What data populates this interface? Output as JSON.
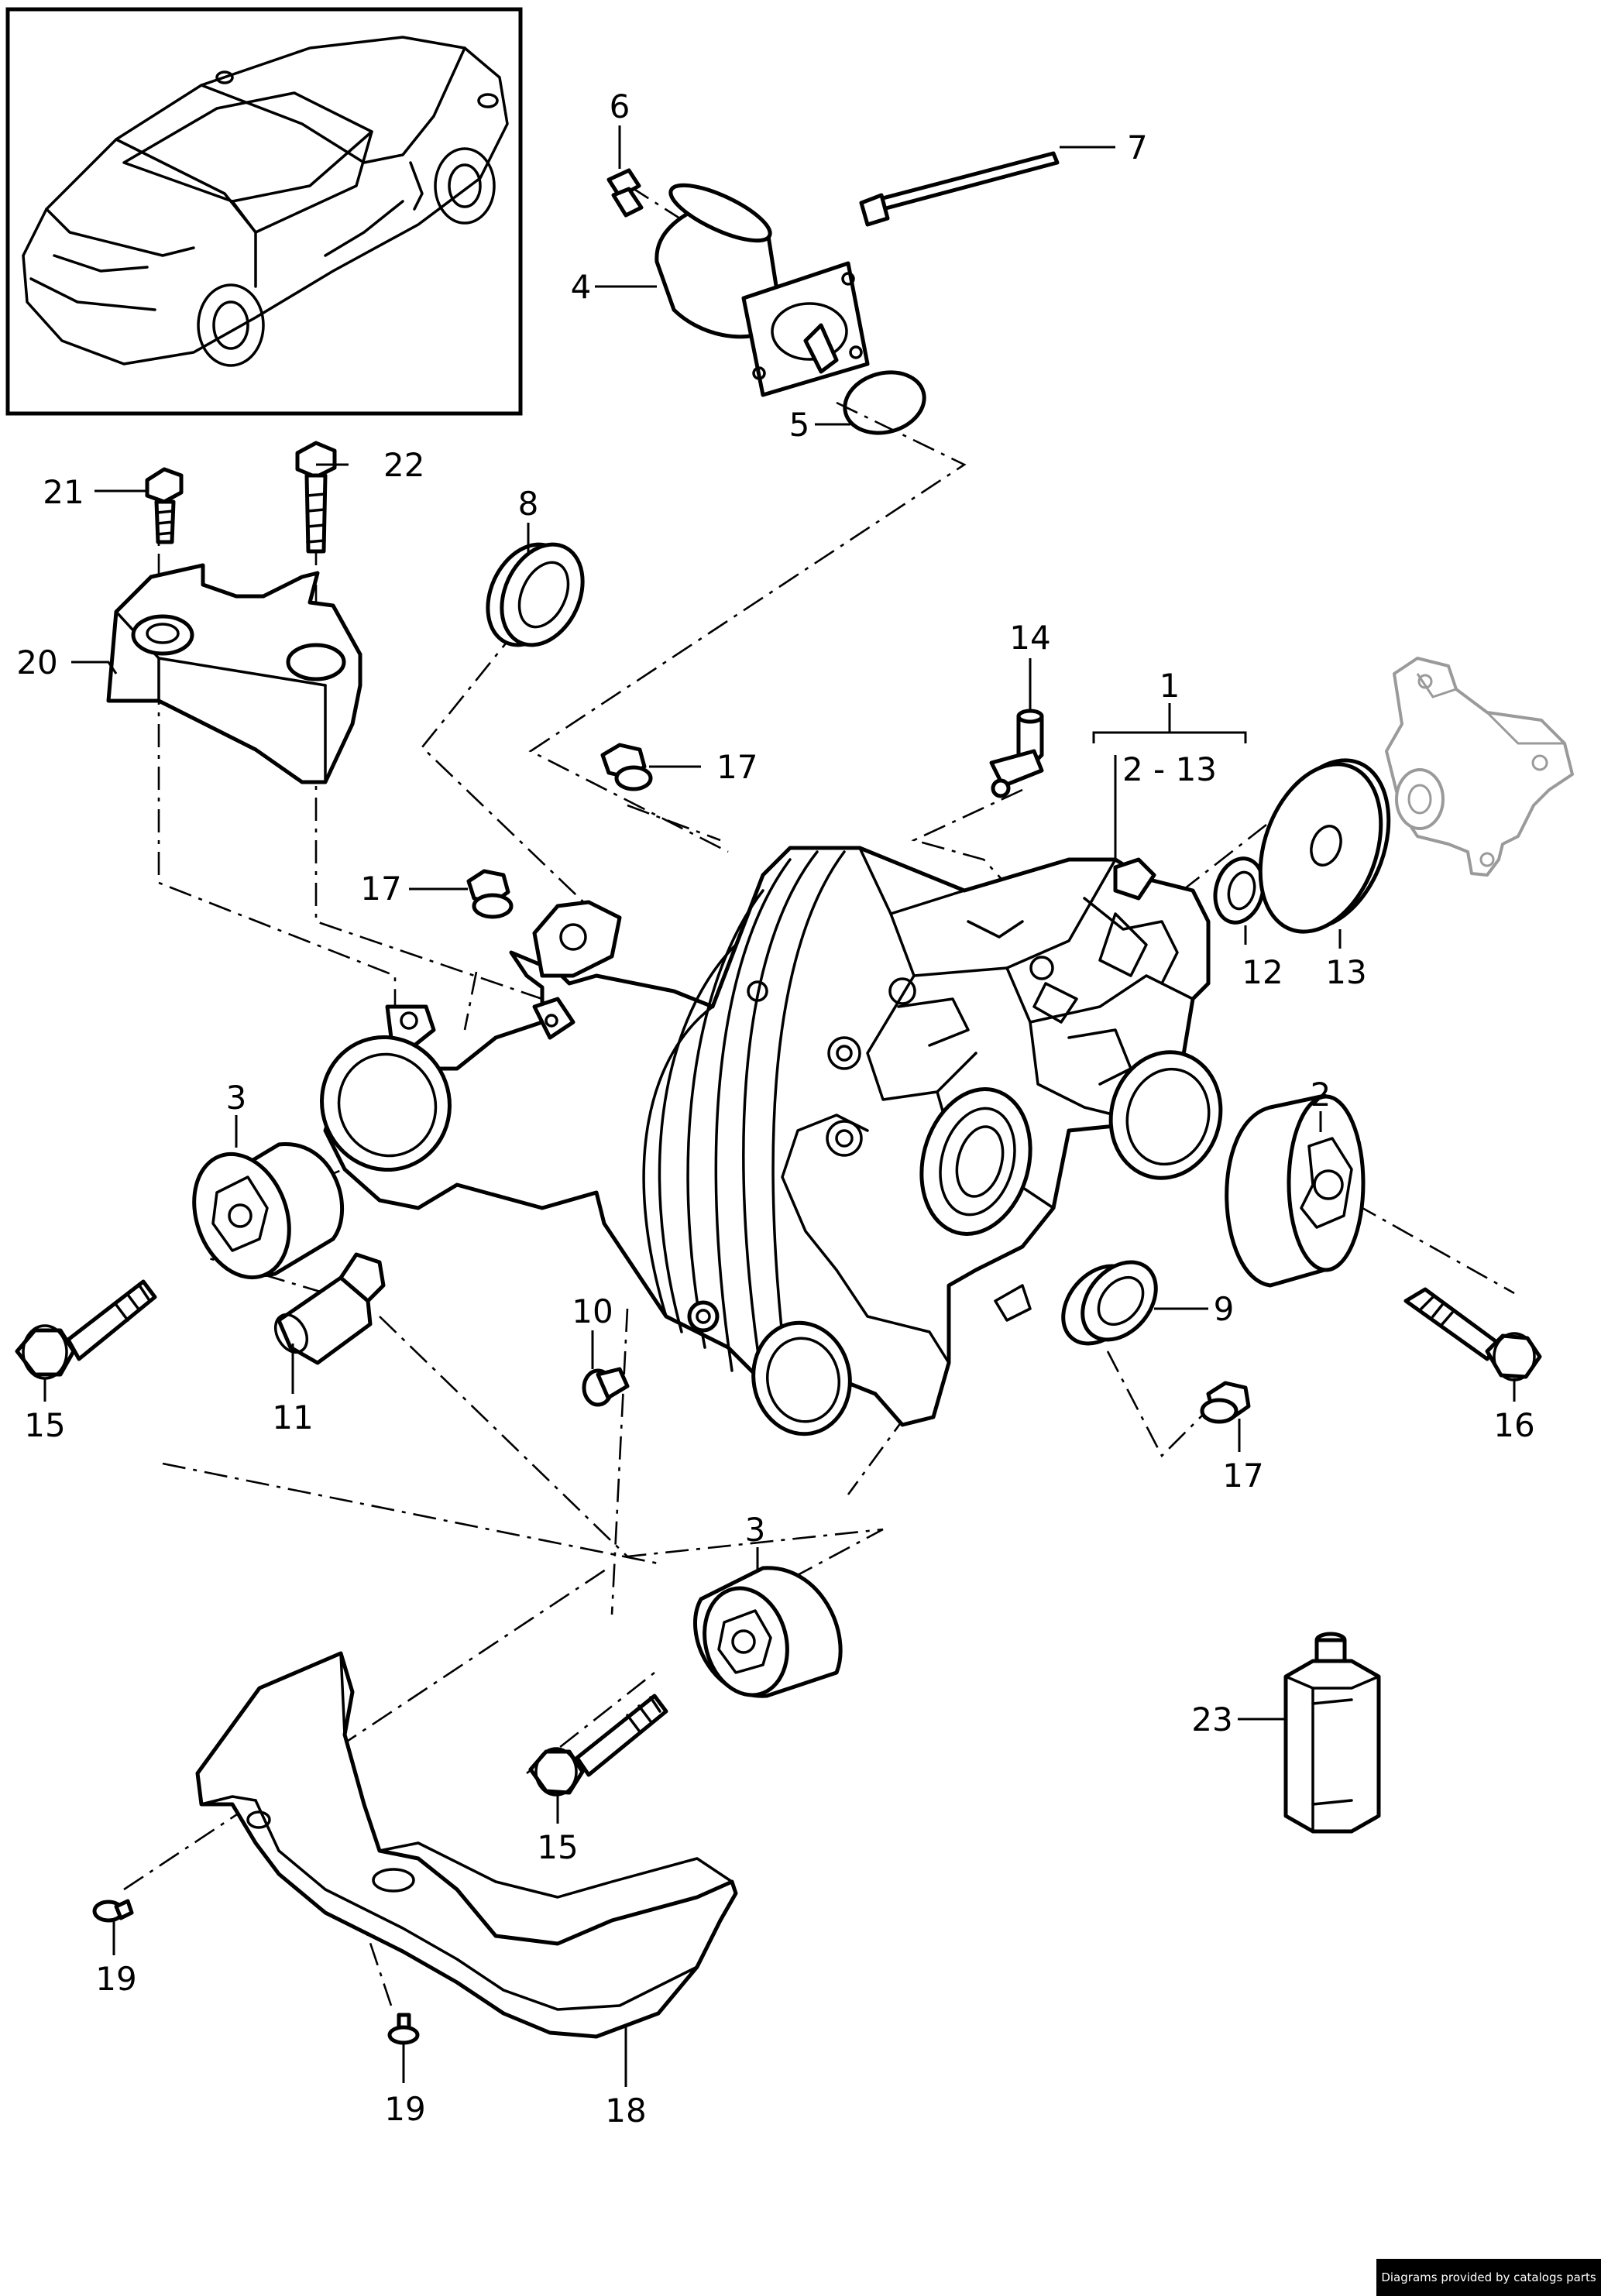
{
  "labels": {
    "n1": "1",
    "n2_13": "2 - 13",
    "n2": "2",
    "n3a": "3",
    "n3b": "3",
    "n4": "4",
    "n5": "5",
    "n6": "6",
    "n7": "7",
    "n8": "8",
    "n9": "9",
    "n10": "10",
    "n11": "11",
    "n12": "12",
    "n13": "13",
    "n14": "14",
    "n15a": "15",
    "n15b": "15",
    "n16": "16",
    "n17a": "17",
    "n17b": "17",
    "n17c": "17",
    "n18": "18",
    "n19a": "19",
    "n19b": "19",
    "n20": "20",
    "n21": "21",
    "n22": "22",
    "n23": "23"
  },
  "footer": {
    "credit": "Diagrams provided by catalogs parts"
  }
}
